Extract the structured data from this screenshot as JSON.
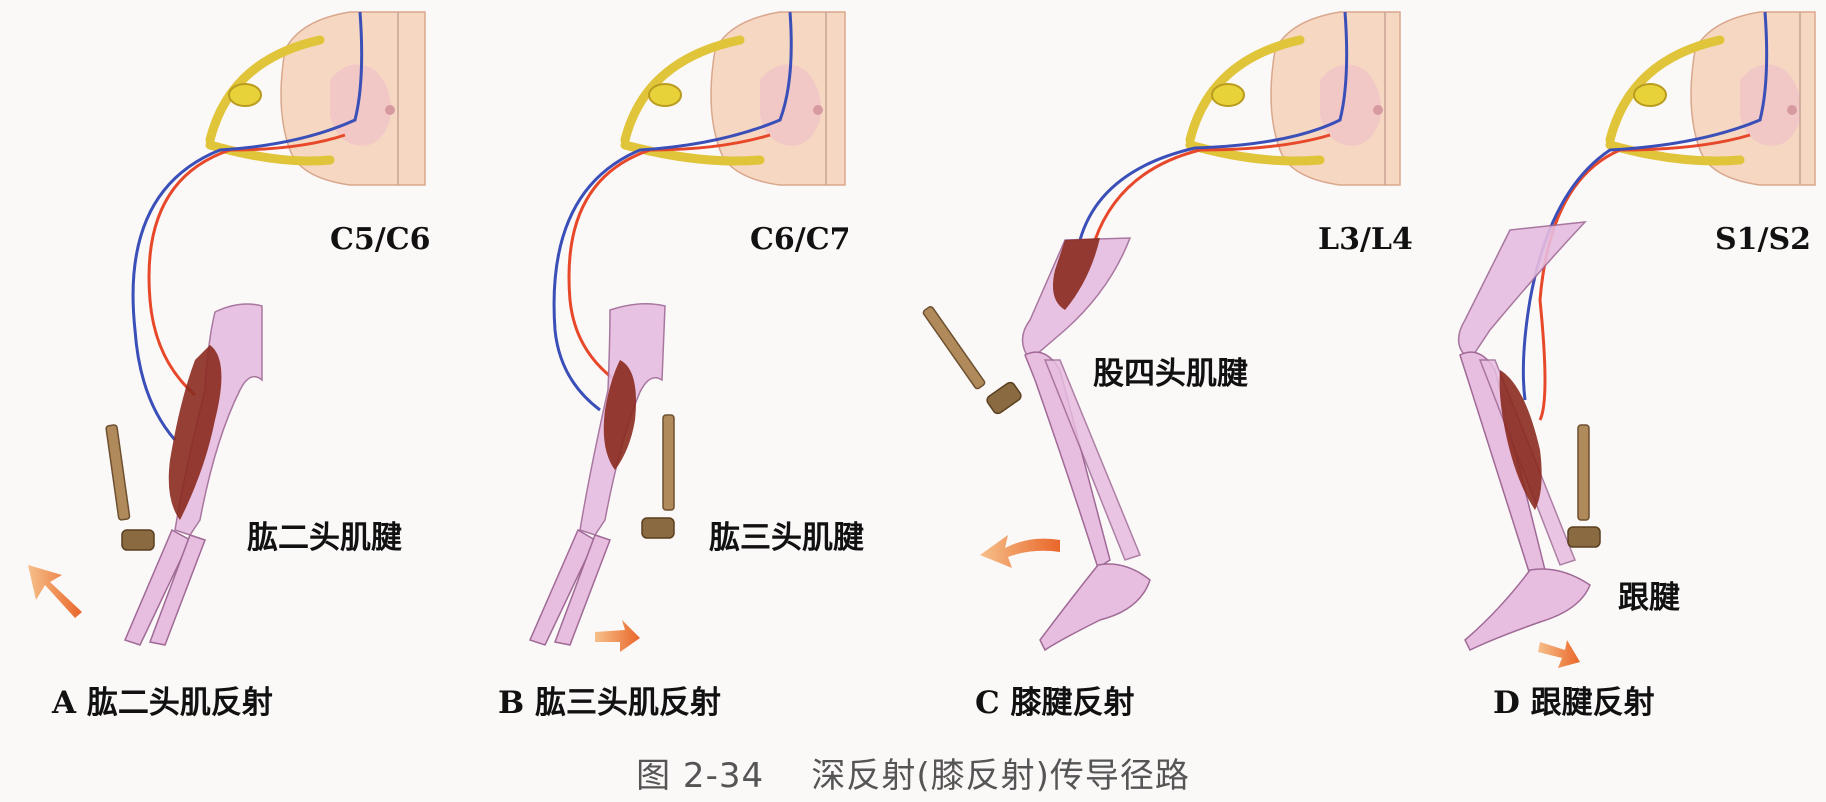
{
  "panels": [
    {
      "segment": "C5/C6",
      "tendon": "肱二头肌腱",
      "label": "A 肱二头肌反射"
    },
    {
      "segment": "C6/C7",
      "tendon": "肱三头肌腱",
      "label": "B 肱三头肌反射"
    },
    {
      "segment": "L3/L4",
      "tendon": "股四头肌腱",
      "label": "C 膝腱反射"
    },
    {
      "segment": "S1/S2",
      "tendon": "跟腱",
      "label": "D 跟腱反射"
    }
  ],
  "caption": {
    "number": "图 2-34",
    "title": "深反射(膝反射)传导径路"
  },
  "colors": {
    "afferent": "#e8482a",
    "efferent": "#3a4fb8",
    "ganglion": "#e8d23a",
    "spinal_cord": "#f5d7c2",
    "bone": "#e7bde0",
    "muscle": "#8a2a1f",
    "arrow": "#f08a3a"
  }
}
